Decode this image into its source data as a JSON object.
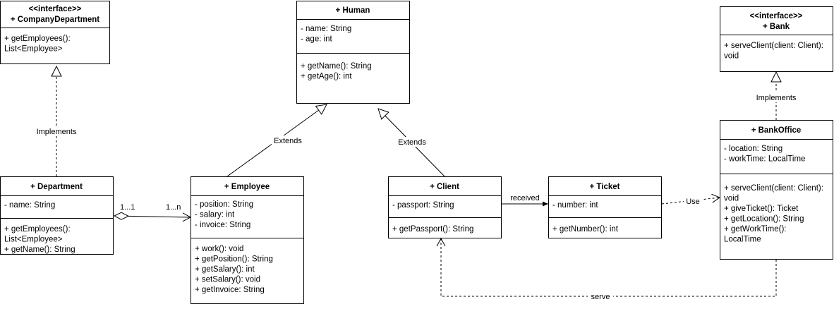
{
  "classes": {
    "company_department": {
      "stereotype": "<<interface>>",
      "name": "+ CompanyDepartment",
      "attributes": [],
      "methods": [
        [
          "+ getEmployees():",
          "List<Employee>"
        ]
      ]
    },
    "human": {
      "name": "+ Human",
      "attributes": [
        "- name: String",
        "- age: int"
      ],
      "methods": [
        [
          "+ getName(): String"
        ],
        [
          "+ getAge(): int"
        ]
      ]
    },
    "bank": {
      "stereotype": "<<interface>>",
      "name": "+ Bank",
      "attributes": [],
      "methods": [
        [
          "+ serveClient(client: Client):",
          "void"
        ]
      ]
    },
    "department": {
      "name": "+ Department",
      "attributes": [
        "- name: String"
      ],
      "methods": [
        [
          "+ getEmployees():",
          "List<Employee>"
        ],
        [
          "+ getName(): String"
        ]
      ]
    },
    "employee": {
      "name": "+ Employee",
      "attributes": [
        "- position: String",
        "- salary: int",
        "- invoice: String"
      ],
      "methods": [
        [
          "+ work(): void"
        ],
        [
          "+ getPosition(): String"
        ],
        [
          "+ getSalary(): int"
        ],
        [
          "+ setSalary(): void"
        ],
        [
          "+ getInvoice: String"
        ]
      ]
    },
    "client": {
      "name": "+ Client",
      "attributes": [
        "- passport: String"
      ],
      "methods": [
        [
          "+ getPassport(): String"
        ]
      ]
    },
    "ticket": {
      "name": "+ Ticket",
      "attributes": [
        "- number: int"
      ],
      "methods": [
        [
          "+ getNumber(): int"
        ]
      ]
    },
    "bank_office": {
      "name": "+ BankOffice",
      "attributes": [
        "- location: String",
        "- workTime: LocalTime"
      ],
      "methods": [
        [
          "+ serveClient(client: Client):",
          "void"
        ],
        [
          "+ giveTicket(): Ticket"
        ],
        [
          "+ getLocation(): String"
        ],
        [
          "+ getWorkTime():",
          "LocalTime"
        ]
      ]
    }
  },
  "relations": {
    "implements_department": "Implements",
    "implements_bank": "Implements",
    "extends_employee": "Extends",
    "extends_client": "Extends",
    "received": "received",
    "use": "Use",
    "serve": "serve",
    "multiplicity_department": "1...1",
    "multiplicity_employee": "1...n"
  },
  "colors": {
    "stroke": "#000000",
    "background": "#ffffff",
    "text": "#000000"
  }
}
